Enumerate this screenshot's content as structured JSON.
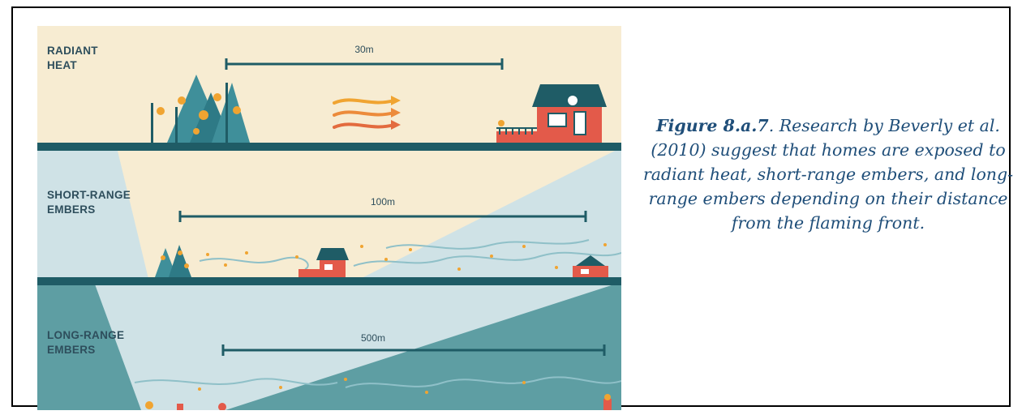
{
  "rows": [
    {
      "label": "RADIANT\nHEAT",
      "distance": "30m"
    },
    {
      "label": "SHORT-RANGE\nEMBERS",
      "distance": "100m"
    },
    {
      "label": "LONG-RANGE\nEMBERS",
      "distance": "500m"
    }
  ],
  "caption": {
    "figure_id": "Figure 8.a.7",
    "text": ". Research by Beverly et al. (2010) suggest that homes are exposed to radiant heat, short-range embers, and long-range embers depending on their distance from the flaming front."
  },
  "colors": {
    "cream": "#f7ecd2",
    "pale_blue": "#cfe2e6",
    "teal_dark": "#1f5c66",
    "teal_bg": "#5e9ea3",
    "house_red": "#e35a4a",
    "flame": "#f0a431"
  }
}
